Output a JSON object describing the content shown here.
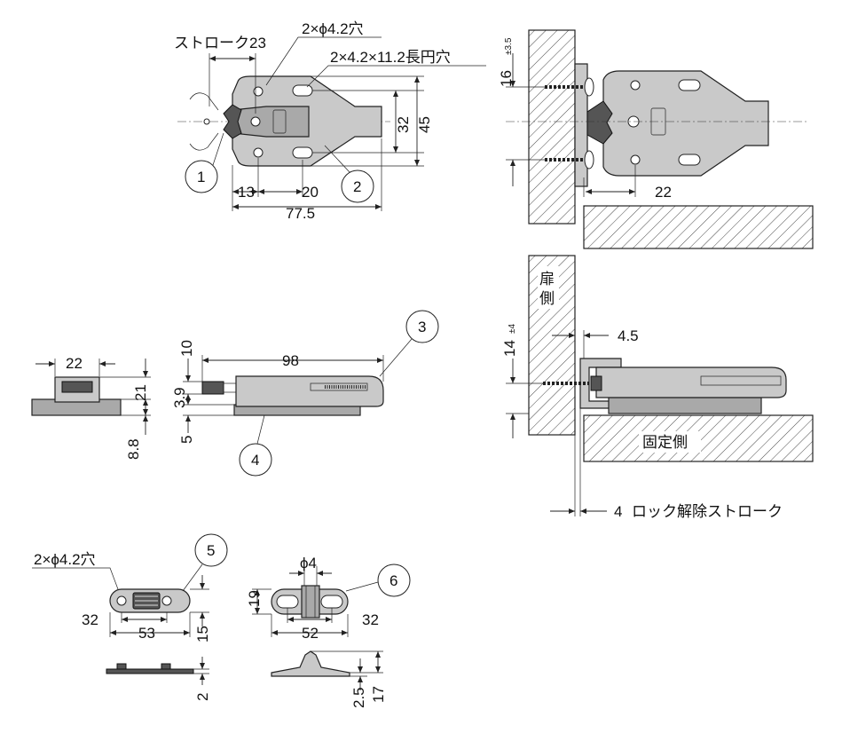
{
  "top_view": {
    "stroke_label": "ストローク23",
    "holes_label": "2×ϕ4.2穴",
    "slots_label": "2×4.2×11.2長円穴",
    "dim_32": "32",
    "dim_45": "45",
    "dim_13": "13",
    "dim_20": "20",
    "dim_77_5": "77.5",
    "balloon_1": "1",
    "balloon_2": "2"
  },
  "install_top": {
    "dim_16": "16",
    "tol_16": "±3.5",
    "dim_22": "22"
  },
  "side_view": {
    "dim_22": "22",
    "dim_21": "21",
    "dim_8_8": "8.8",
    "dim_10": "10",
    "dim_98": "98",
    "dim_3_9": "3.9",
    "dim_5": "5",
    "balloon_3": "3",
    "balloon_4": "4"
  },
  "install_side": {
    "door_side": "扉側",
    "fixed_side": "固定側",
    "dim_4_5": "4.5",
    "dim_14": "14",
    "tol_14": "±4",
    "unlock_stroke_value": "4",
    "unlock_stroke_label": "ロック解除ストローク"
  },
  "part_5": {
    "holes_label": "2×ϕ4.2穴",
    "balloon_5": "5",
    "dim_32": "32",
    "dim_53": "53",
    "dim_15": "15",
    "dim_2": "2"
  },
  "part_6": {
    "dim_phi4": "ϕ4",
    "balloon_6": "6",
    "dim_19": "19",
    "dim_52": "52",
    "dim_32": "32",
    "dim_2_5": "2.5",
    "dim_17": "17"
  }
}
